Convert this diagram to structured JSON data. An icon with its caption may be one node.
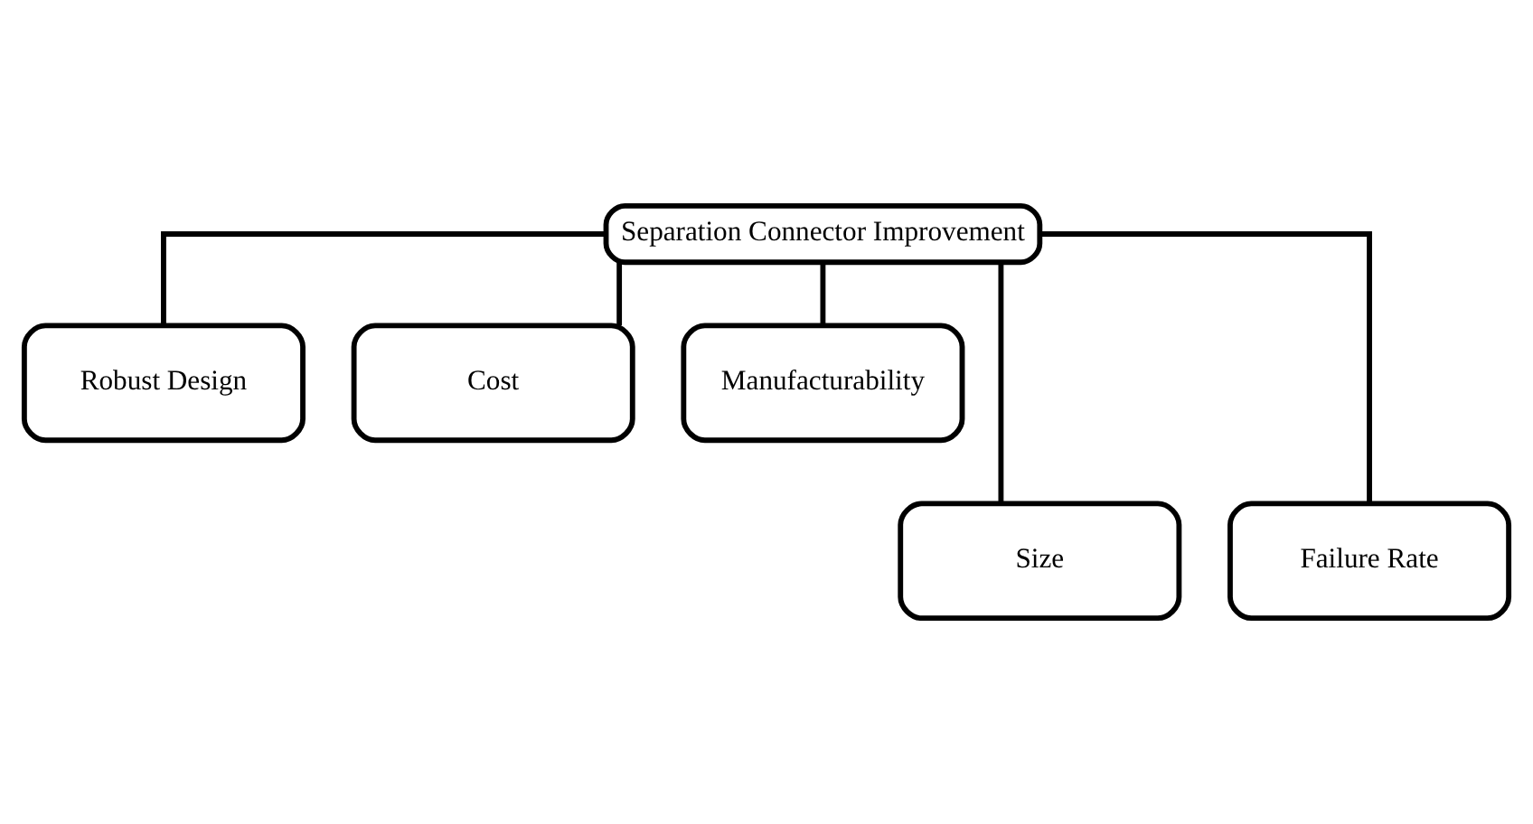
{
  "diagram": {
    "nodes": [
      {
        "text": [
          "Separation Connector Improvement"
        ]
      },
      {
        "text": [
          "Robust Design"
        ]
      },
      {
        "text": [
          "Cost"
        ]
      },
      {
        "text": [
          "Manufacturability"
        ]
      },
      {
        "text": [
          "Size"
        ]
      },
      {
        "text": [
          "Failure Rate"
        ]
      }
    ],
    "edges": [
      {
        "from": 0,
        "to": 1,
        "arrow": "none"
      },
      {
        "from": 0,
        "to": 4,
        "arrow": "none"
      },
      {
        "from": 0,
        "to": 2,
        "arrow": "none"
      },
      {
        "from": 0,
        "to": 5,
        "arrow": "none"
      },
      {
        "from": 0,
        "to": 3,
        "arrow": "none"
      }
    ]
  }
}
